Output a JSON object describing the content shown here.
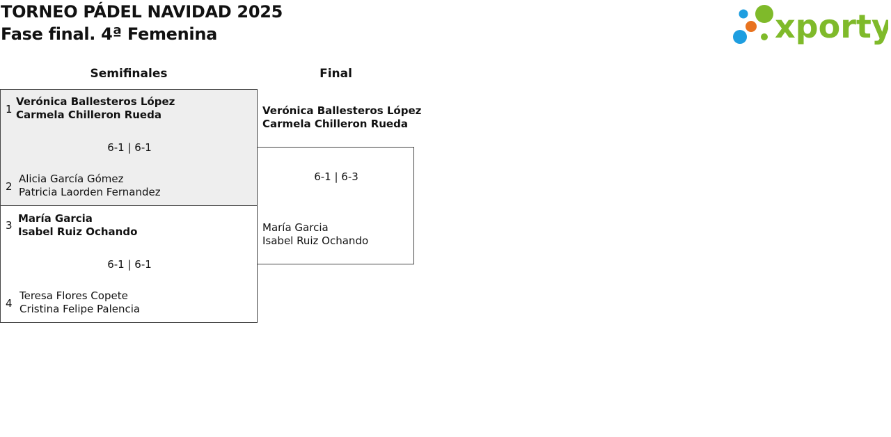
{
  "header": {
    "title": "TORNEO PÁDEL NAVIDAD 2025",
    "subtitle": "Fase final. 4ª Femenina"
  },
  "logo": {
    "text": "xporty",
    "colors": {
      "green": "#7fba2a",
      "blue": "#1e9ee0",
      "orange": "#e8731f"
    }
  },
  "rounds": {
    "semis_label": "Semifinales",
    "final_label": "Final"
  },
  "semifinals": [
    {
      "top": {
        "seed": "1",
        "p1": "Verónica Ballesteros López",
        "p2": "Carmela Chilleron Rueda"
      },
      "score": "6-1 | 6-1",
      "bottom": {
        "seed": "2",
        "p1": "Alicia García Gómez",
        "p2": "Patricia Laorden Fernandez"
      }
    },
    {
      "top": {
        "seed": "3",
        "p1": "María Garcia",
        "p2": "Isabel Ruiz Ochando"
      },
      "score": "6-1 | 6-1",
      "bottom": {
        "seed": "4",
        "p1": "Teresa Flores Copete",
        "p2": "Cristina Felipe Palencia"
      }
    }
  ],
  "final": {
    "top": {
      "p1": "Verónica Ballesteros López",
      "p2": "Carmela Chilleron Rueda"
    },
    "score": "6-1 | 6-3",
    "bottom": {
      "p1": "María Garcia",
      "p2": "Isabel Ruiz Ochando"
    }
  }
}
